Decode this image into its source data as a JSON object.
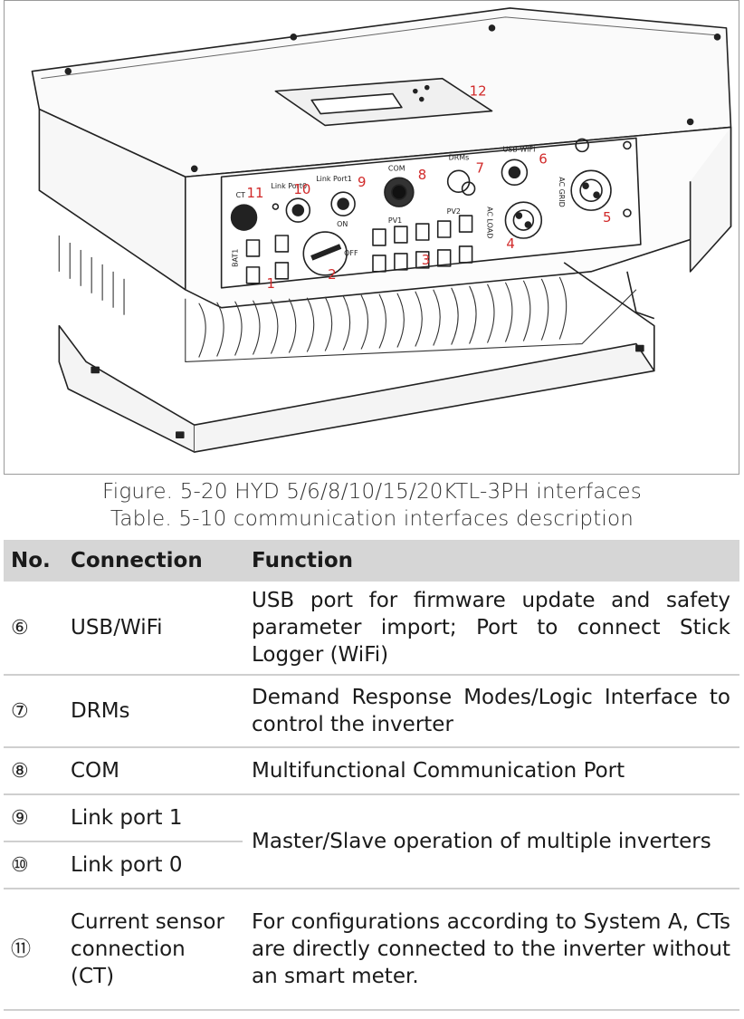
{
  "figure": {
    "callouts": [
      "1",
      "2",
      "3",
      "4",
      "5",
      "6",
      "7",
      "8",
      "9",
      "10",
      "11",
      "12"
    ],
    "port_labels": {
      "ct": "CT",
      "link_port0": "Link Port0",
      "link_port1": "Link Port1",
      "com": "COM",
      "drms": "DRMs",
      "usb_wifi": "USB-WIFI",
      "ac_grid": "AC GRID",
      "ac_load": "AC LOAD",
      "pv1": "PV1",
      "pv2": "PV2",
      "bat1": "BAT1",
      "on": "ON",
      "off": "OFF"
    }
  },
  "captions": {
    "figure": "Figure. 5-20 HYD 5/6/8/10/15/20KTL-3PH interfaces",
    "table": "Table. 5-10 communication interfaces description"
  },
  "table": {
    "headers": {
      "no": "No.",
      "connection": "Connection",
      "function": "Function"
    },
    "rows": [
      {
        "no": "⑥",
        "connection": "USB/WiFi",
        "function": "USB port for firmware update and safety parameter import; Port to connect Stick Logger (WiFi)"
      },
      {
        "no": "⑦",
        "connection": "DRMs",
        "function": "Demand Response Modes/Logic Interface to control the inverter"
      },
      {
        "no": "⑧",
        "connection": "COM",
        "function": "Multifunctional Communication Port"
      },
      {
        "no": "⑨",
        "connection": "Link port 1",
        "function": "Master/Slave operation of multiple inverters"
      },
      {
        "no": "⑩",
        "connection": "Link port 0",
        "function": ""
      },
      {
        "no": "⑪",
        "connection": "Current sensor connection (CT)",
        "function": "For configurations according to System A, CTs are directly connected to the inverter without an smart meter."
      }
    ]
  }
}
